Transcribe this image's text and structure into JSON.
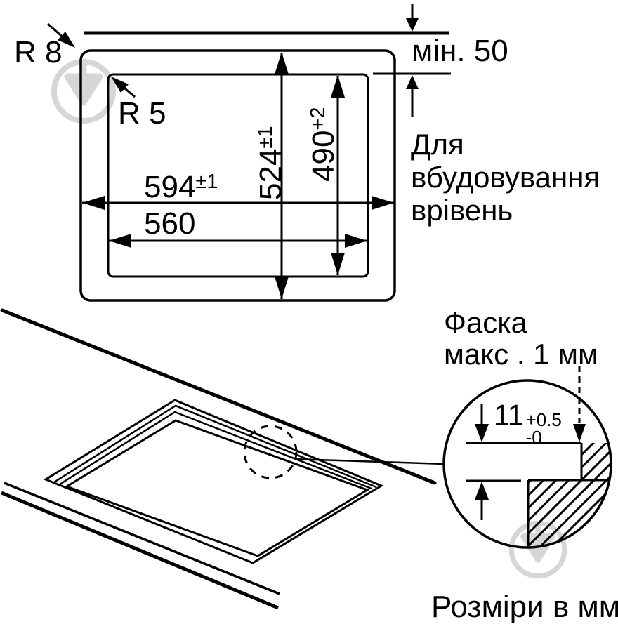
{
  "page": {
    "background": "#ffffff",
    "line_color": "#000000",
    "watermark_color": "#d6d6d6",
    "units_note": "Розміри в мм"
  },
  "top_view": {
    "outer_corner_radius_label": "R 8",
    "cutout_corner_radius_label": "R 5",
    "min_clearance_label": "мін. 50",
    "flush_note": {
      "line1": "Для",
      "line2": "вбудовування",
      "line3": "врівень"
    },
    "outer_width": {
      "value": "594",
      "tolerance": "±1"
    },
    "cutout_width": {
      "value": "560"
    },
    "outer_depth": {
      "value": "524",
      "tolerance": "±1"
    },
    "cutout_depth": {
      "value": "490",
      "tolerance": "+2"
    }
  },
  "detail_view": {
    "chamfer_note": {
      "line1": "Фаска",
      "line2": "макс . 1 мм"
    },
    "recess_depth": {
      "value": "11",
      "tolerance_plus": "+0.5",
      "tolerance_minus": "-0"
    }
  }
}
